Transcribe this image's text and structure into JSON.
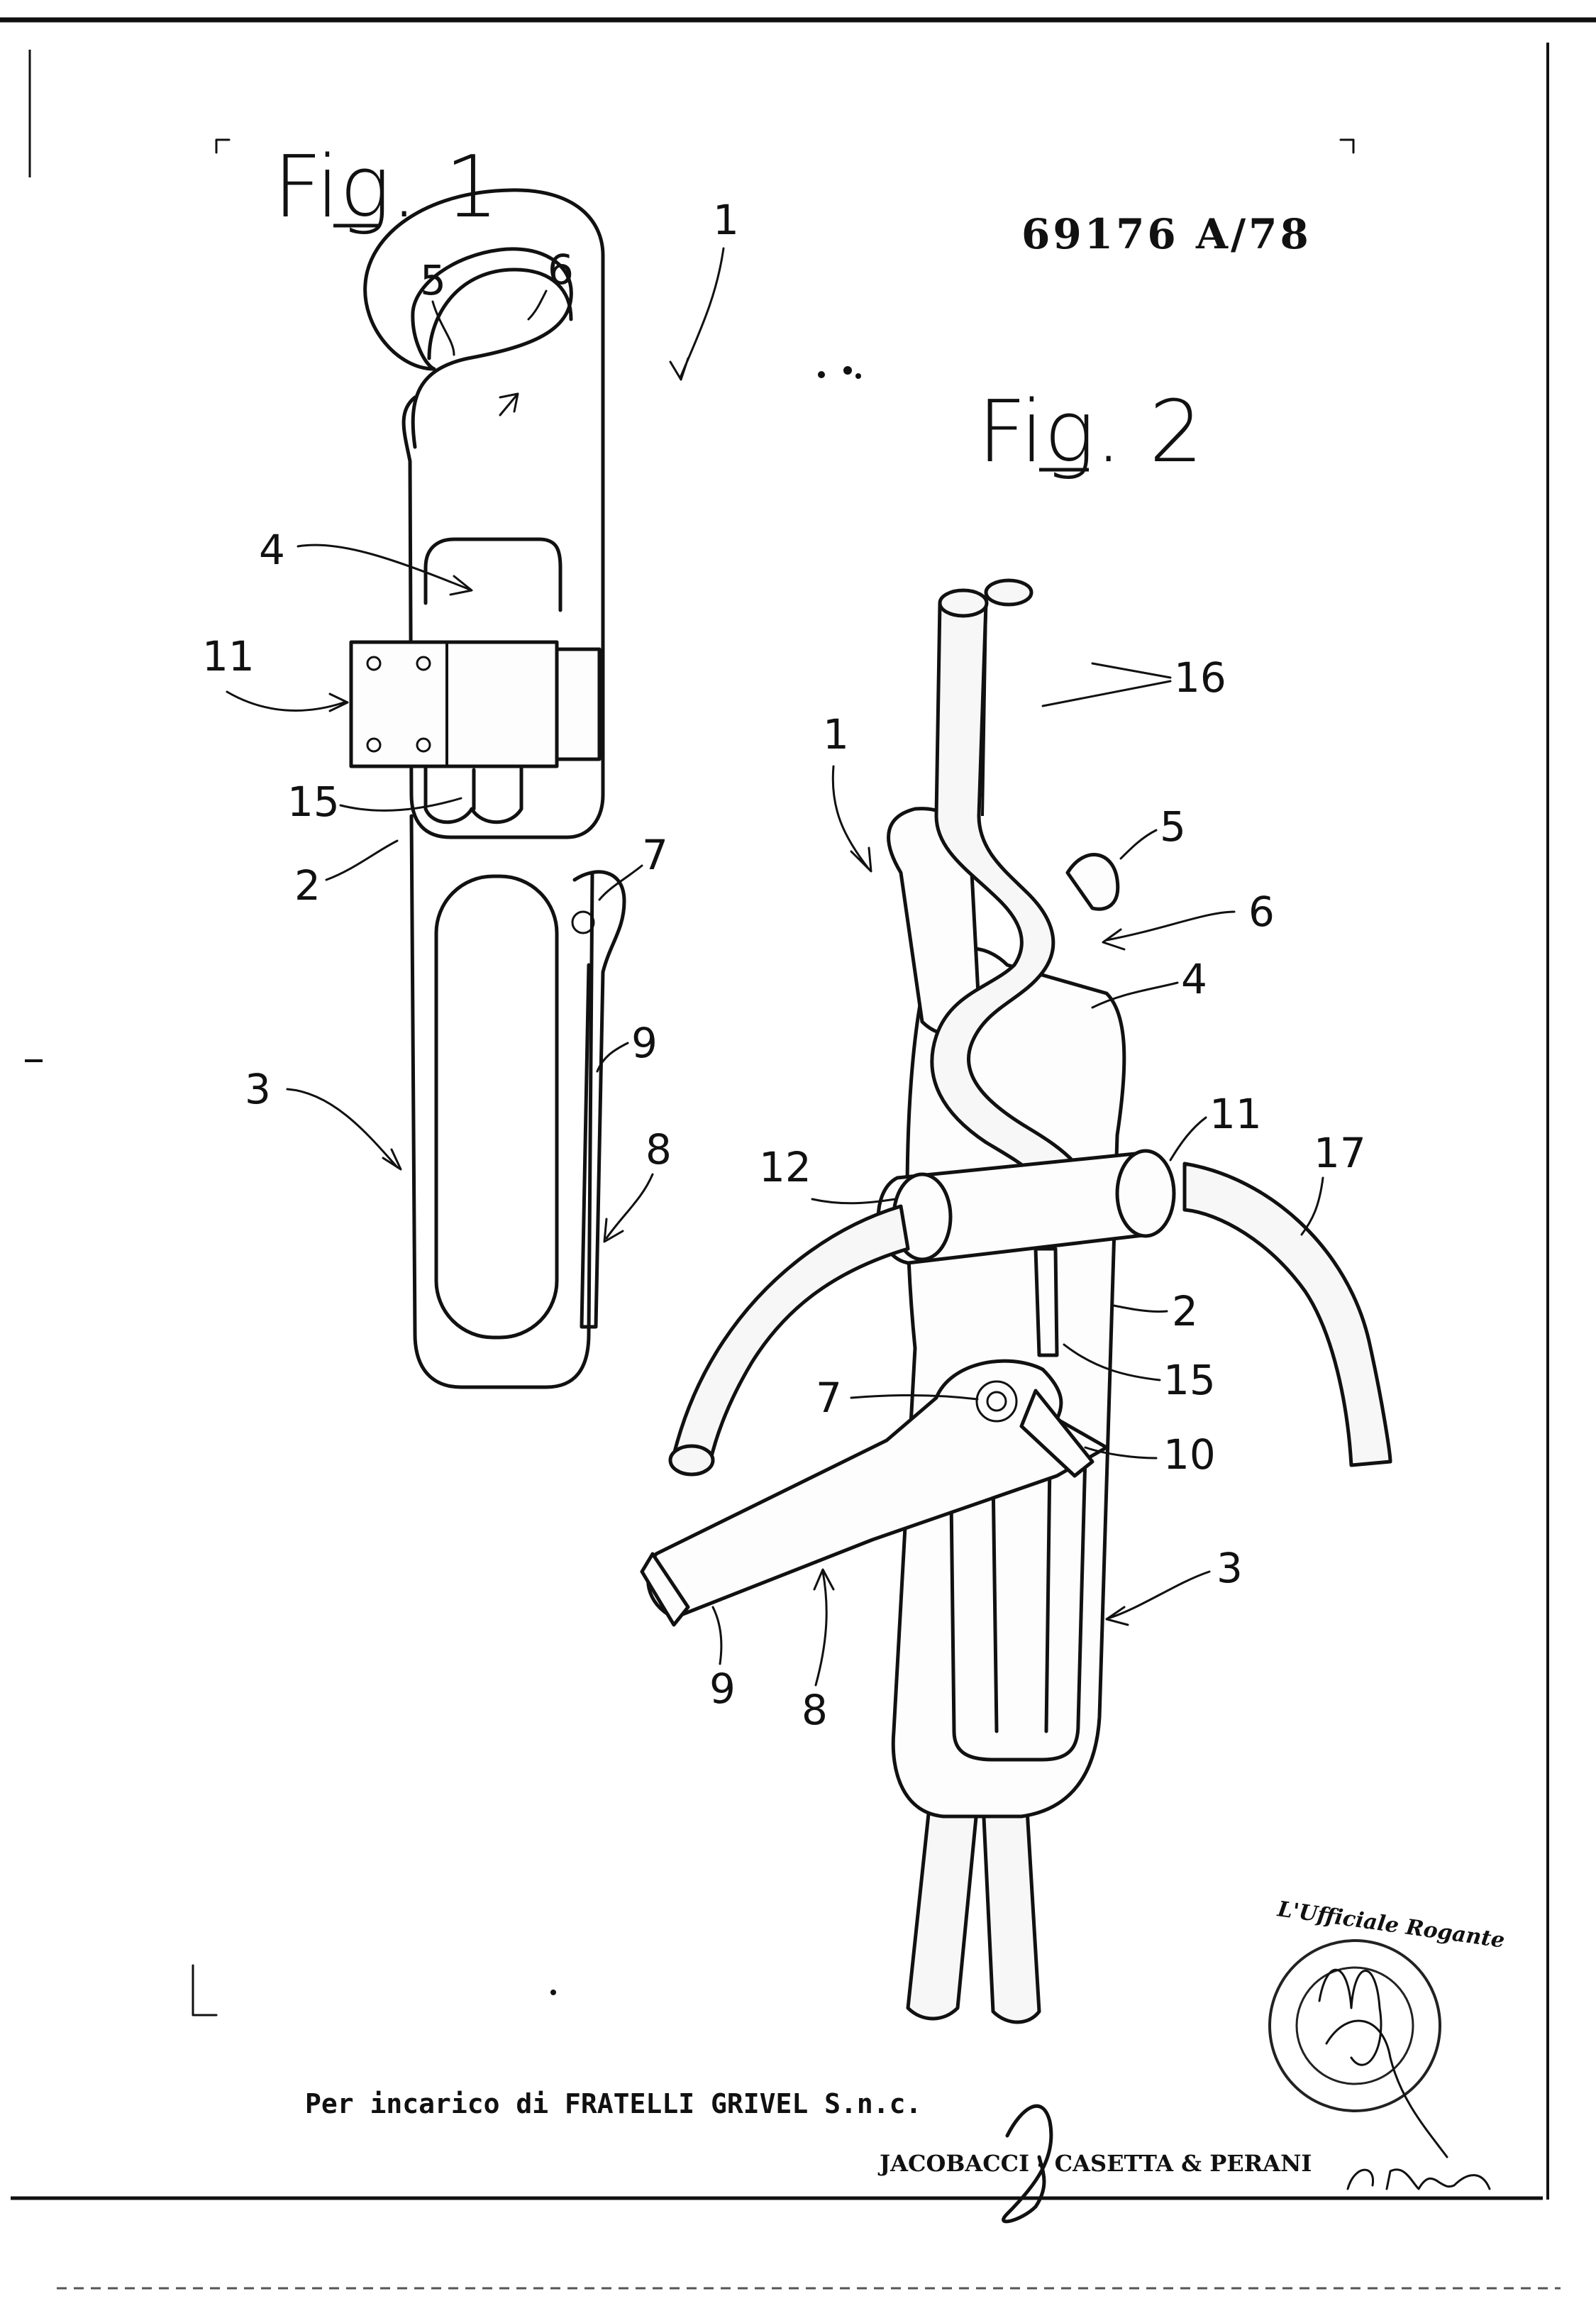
{
  "document": {
    "reference_number": "69176 A/78",
    "footer_text": "Per incarico di FRATELLI GRIVEL S.n.c.",
    "firm_name": "JACOBACCI - CASETTA & PERANI"
  },
  "stamp": {
    "heading": "L'Ufficiale Rogante"
  },
  "figure1": {
    "title": "Fig. 1",
    "labels": {
      "l1": "1",
      "l5": "5",
      "l6": "6",
      "l4": "4",
      "l11": "11",
      "l15": "15",
      "l2": "2",
      "l7": "7",
      "l9": "9",
      "l3": "3",
      "l8": "8"
    }
  },
  "figure2": {
    "title": "Fig. 2",
    "labels": {
      "l16": "16",
      "l1": "1",
      "l5": "5",
      "l6": "6",
      "l4": "4",
      "l11": "11",
      "l17": "17",
      "l12": "12",
      "l2": "2",
      "l15": "15",
      "l7": "7",
      "l10": "10",
      "l3": "3",
      "l9": "9",
      "l8": "8"
    }
  }
}
